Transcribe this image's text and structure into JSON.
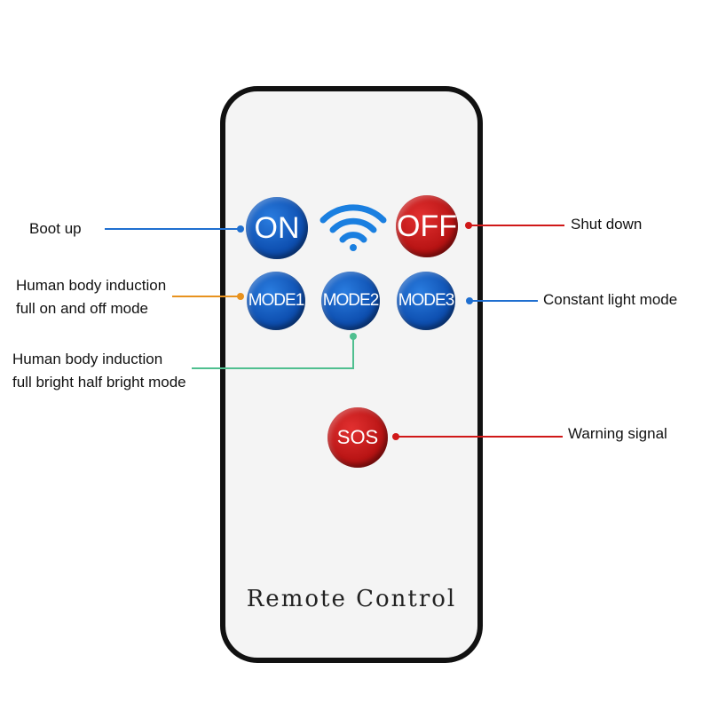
{
  "remote": {
    "title": "Remote Control"
  },
  "buttons": {
    "on": "ON",
    "off": "OFF",
    "mode1": "MODE1",
    "mode2": "MODE2",
    "mode3": "MODE3",
    "sos": "SOS"
  },
  "icons": {
    "signal": "wifi-signal-icon"
  },
  "labels": {
    "boot_up": "Boot up",
    "shut_down": "Shut down",
    "mode1_line1": "Human body induction",
    "mode1_line2": "full on and off mode",
    "mode2_line1": "Human body induction",
    "mode2_line2": "full bright half bright mode",
    "mode3": "Constant light mode",
    "sos": "Warning signal"
  },
  "colors": {
    "blue_button": "#0e4fb0",
    "red_button": "#b81414",
    "blue_line": "#1f6fd0",
    "red_line": "#d01818",
    "orange_line": "#e8921e",
    "green_line": "#4fbf8f"
  }
}
